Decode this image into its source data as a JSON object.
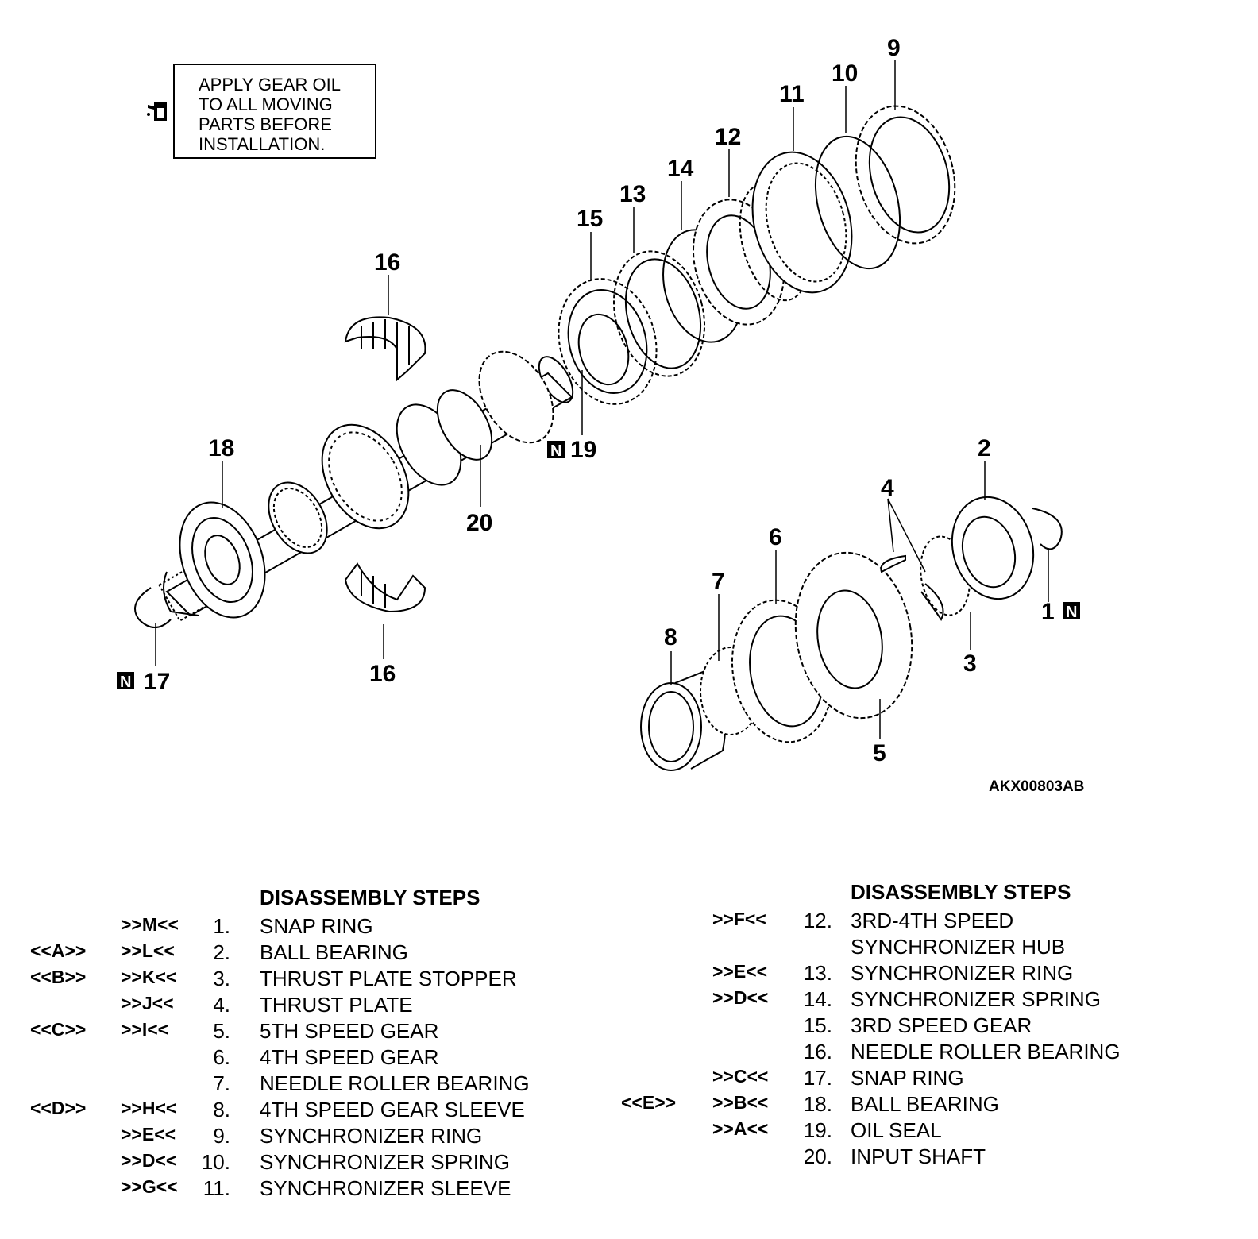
{
  "note": {
    "text": "APPLY GEAR OIL\nTO ALL MOVING\nPARTS BEFORE\nINSTALLATION.",
    "icon": "oil-can-icon"
  },
  "figure_code": "AKX00803AB",
  "callouts": {
    "c1": "1",
    "c2": "2",
    "c3": "3",
    "c4": "4",
    "c5": "5",
    "c6": "6",
    "c7": "7",
    "c8": "8",
    "c9": "9",
    "c10": "10",
    "c11": "11",
    "c12": "12",
    "c13": "13",
    "c14": "14",
    "c15": "15",
    "c16a": "16",
    "c16b": "16",
    "c17": "17",
    "c18": "18",
    "c19": "19",
    "c20": "20",
    "n_badge": "N"
  },
  "steps_left": {
    "title": "DISASSEMBLY STEPS",
    "rows": [
      {
        "rem": "",
        "inst": ">>M<<",
        "num": "1.",
        "name": "SNAP RING"
      },
      {
        "rem": "<<A>>",
        "inst": ">>L<<",
        "num": "2.",
        "name": "BALL BEARING"
      },
      {
        "rem": "<<B>>",
        "inst": ">>K<<",
        "num": "3.",
        "name": "THRUST PLATE STOPPER"
      },
      {
        "rem": "",
        "inst": ">>J<<",
        "num": "4.",
        "name": "THRUST PLATE"
      },
      {
        "rem": "<<C>>",
        "inst": ">>I<<",
        "num": "5.",
        "name": "5TH SPEED GEAR"
      },
      {
        "rem": "",
        "inst": "",
        "num": "6.",
        "name": "4TH SPEED GEAR"
      },
      {
        "rem": "",
        "inst": "",
        "num": "7.",
        "name": "NEEDLE ROLLER BEARING"
      },
      {
        "rem": "<<D>>",
        "inst": ">>H<<",
        "num": "8.",
        "name": "4TH SPEED GEAR SLEEVE"
      },
      {
        "rem": "",
        "inst": ">>E<<",
        "num": "9.",
        "name": "SYNCHRONIZER RING"
      },
      {
        "rem": "",
        "inst": ">>D<<",
        "num": "10.",
        "name": "SYNCHRONIZER SPRING"
      },
      {
        "rem": "",
        "inst": ">>G<<",
        "num": "11.",
        "name": "SYNCHRONIZER SLEEVE"
      }
    ]
  },
  "steps_right": {
    "title": "DISASSEMBLY STEPS",
    "rows": [
      {
        "rem": "",
        "inst": ">>F<<",
        "num": "12.",
        "name": "3RD-4TH SPEED"
      },
      {
        "rem": "",
        "inst": "",
        "num": "",
        "name": "SYNCHRONIZER HUB"
      },
      {
        "rem": "",
        "inst": ">>E<<",
        "num": "13.",
        "name": "SYNCHRONIZER RING"
      },
      {
        "rem": "",
        "inst": ">>D<<",
        "num": "14.",
        "name": "SYNCHRONIZER SPRING"
      },
      {
        "rem": "",
        "inst": "",
        "num": "15.",
        "name": "3RD SPEED GEAR"
      },
      {
        "rem": "",
        "inst": "",
        "num": "16.",
        "name": "NEEDLE ROLLER BEARING"
      },
      {
        "rem": "",
        "inst": ">>C<<",
        "num": "17.",
        "name": "SNAP RING"
      },
      {
        "rem": "<<E>>",
        "inst": ">>B<<",
        "num": "18.",
        "name": "BALL BEARING"
      },
      {
        "rem": "",
        "inst": ">>A<<",
        "num": "19.",
        "name": "OIL SEAL"
      },
      {
        "rem": "",
        "inst": "",
        "num": "20.",
        "name": "INPUT SHAFT"
      }
    ]
  }
}
